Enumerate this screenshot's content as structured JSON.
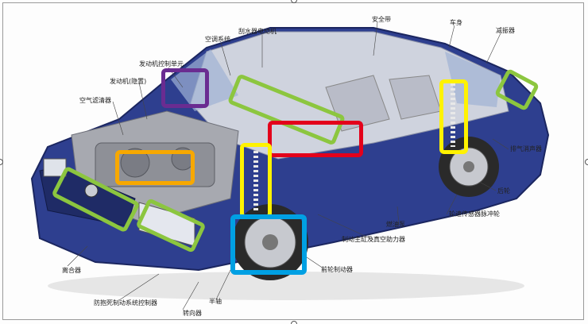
{
  "labels": {
    "seatbelt": "安全带",
    "body": "车身",
    "wiper_motor": "刮水器电动机",
    "ac_system": "空调系统",
    "shock_absorber": "减振器",
    "engine_ecu": "发动机控制单元",
    "engine_hidden": "发动机(隐置)",
    "air_filter": "空气滤清器",
    "exhaust_muffler": "排气消声器",
    "rear_wheel": "后轮",
    "wheel_speed_ring": "轮速传感器脉冲轮",
    "fuel_pump": "燃油泵",
    "brake_master": "制动主缸及真空助力器",
    "front_brake": "前轮制动器",
    "clutch": "离合器",
    "half_shaft": "半轴",
    "abs_controller": "防抱死制动系统控制器",
    "steering_gear": "转向器"
  },
  "highlight_colors": {
    "green": "#8cc63f",
    "purple": "#6a2c91",
    "red": "#e3001b",
    "orange": "#f7a800",
    "yellow": "#fff200",
    "blue": "#00a0e3"
  }
}
